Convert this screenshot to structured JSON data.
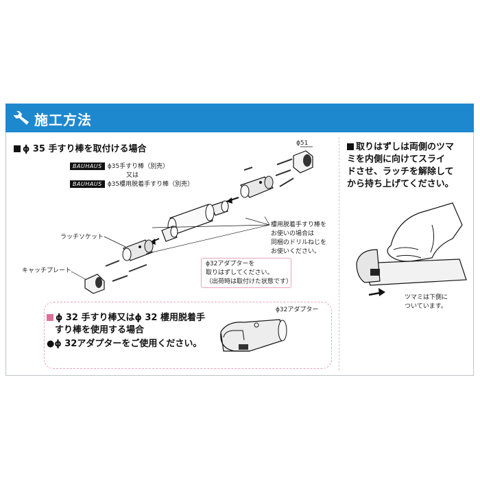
{
  "header": {
    "title": "施工方法",
    "icon": "wrench-icon",
    "color": "#1e88cf"
  },
  "left": {
    "title": "ϕ 35 手すり棒を取付ける場合",
    "brand1": "BAUHAUS",
    "brand1_text": "ϕ35手すり棒（別売）",
    "or_text": "又は",
    "brand2": "BAUHAUS",
    "brand2_text": "ϕ35樓用脱着手すり棒（別売）",
    "diameter_label": "ϕ51",
    "latch_socket": "ラッチソケット",
    "catch_plate": "キャッチプレート",
    "screw_note": [
      "樓用脱着手すり棒を",
      "お使いの場合は",
      "同梱のドリルねじを",
      "お使いください。"
    ],
    "adapter_note": [
      "ϕ32アダプターを",
      "取りはずしてください。",
      "（出荷時は取付けた状態です）"
    ]
  },
  "bottom": {
    "line1": "ϕ 32 手すり棒又はϕ 32 樓用脱着手",
    "line2": "すり棒を使用する場合",
    "line3": "●ϕ 32アダプターをご使用ください。",
    "adapter_label": "ϕ32アダプター"
  },
  "right": {
    "lines": [
      "取りはずしは両側のツマ",
      "ミを内側に向けてスライ",
      "ドさせ、ラッチを解除して",
      "から持ち上げてください。"
    ],
    "knob_note": [
      "ツマミは下側に",
      "ついています。"
    ]
  }
}
